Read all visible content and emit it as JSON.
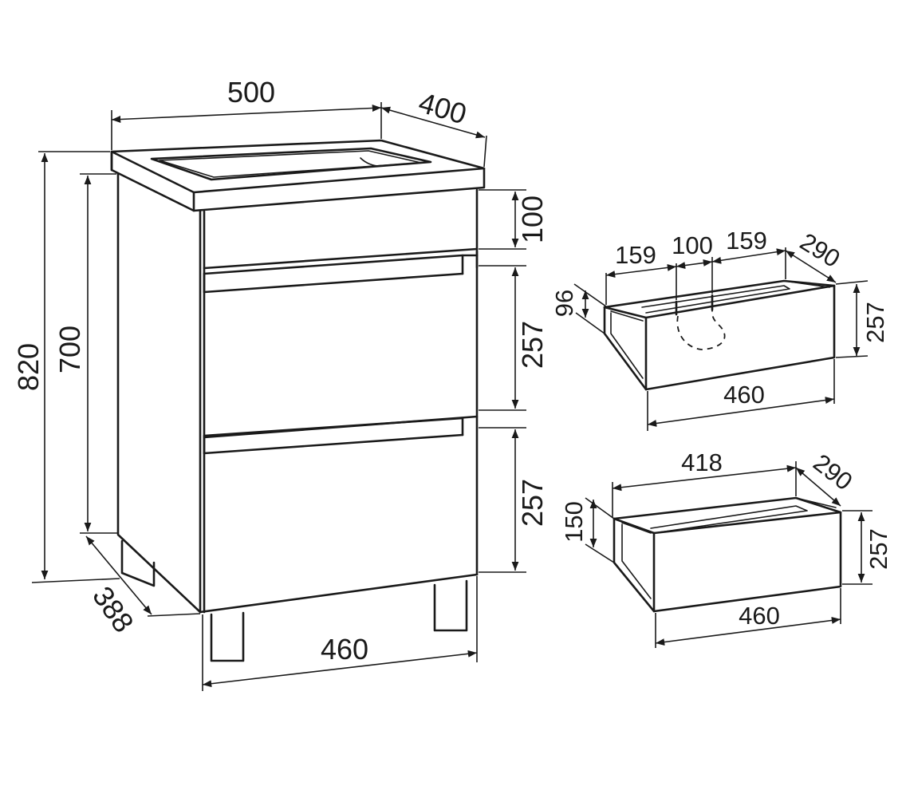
{
  "cabinet": {
    "top_width": "500",
    "top_depth": "400",
    "total_height": "820",
    "body_height": "700",
    "top_section_height": "100",
    "drawer1_height": "257",
    "drawer2_height": "257",
    "side_depth": "388",
    "base_width": "460"
  },
  "drawer_upper": {
    "left_segment": "159",
    "middle_segment": "100",
    "right_segment": "159",
    "depth": "290",
    "inner_height": "96",
    "front_height": "257",
    "front_width": "460"
  },
  "drawer_lower": {
    "inner_width": "418",
    "depth": "290",
    "inner_height": "150",
    "front_height": "257",
    "front_width": "460"
  }
}
